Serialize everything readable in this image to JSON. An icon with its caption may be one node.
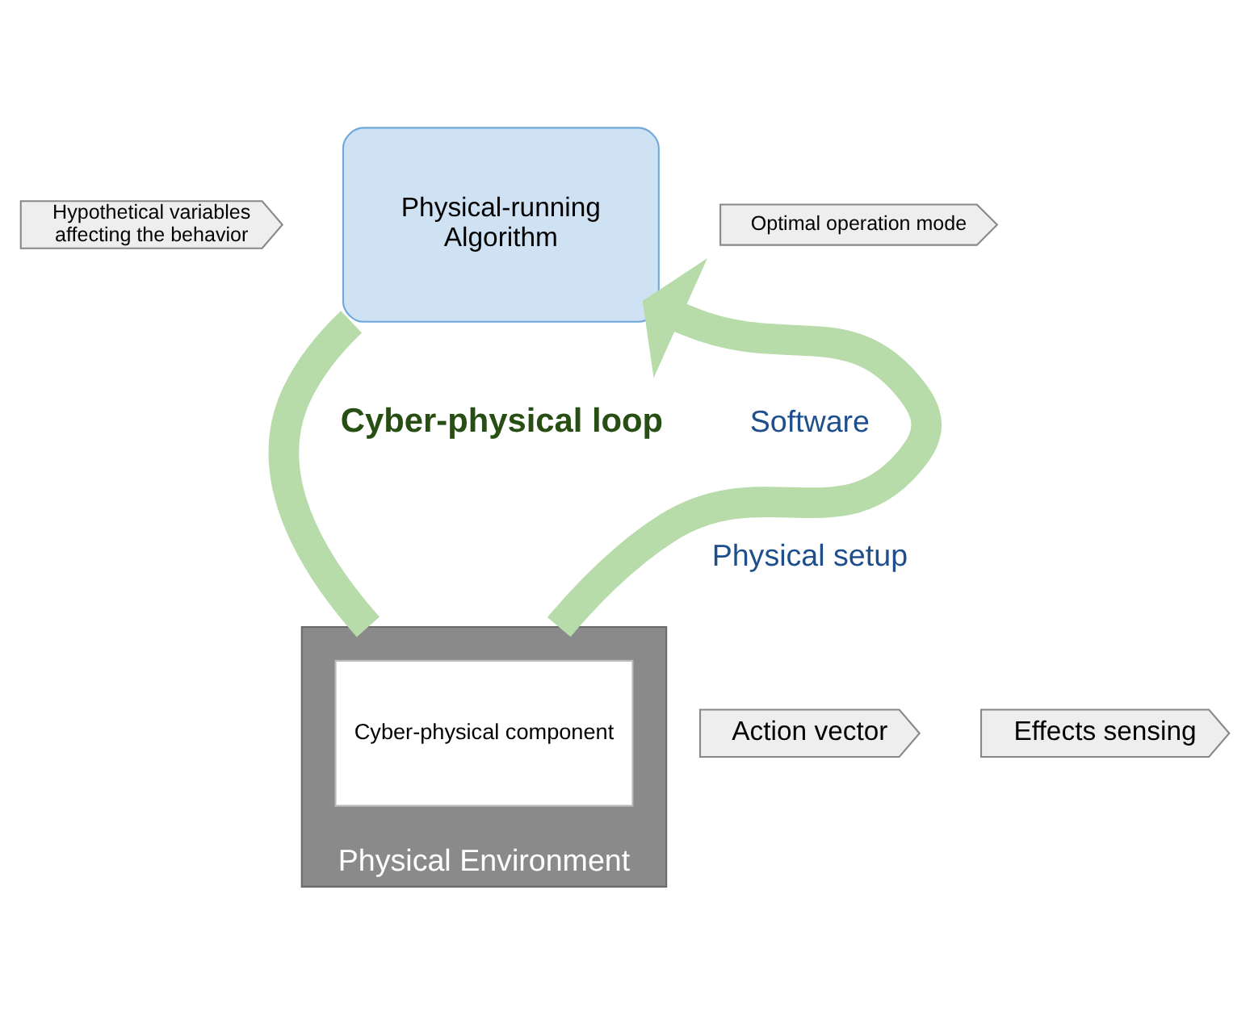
{
  "diagram": {
    "nodes": [
      {
        "text": [
          "Hypothetical variables affecting the behavior"
        ]
      },
      {
        "text": [
          "Physical-running Algorithm"
        ]
      },
      {
        "text": [
          "Optimal operation mode"
        ]
      },
      {
        "text": [
          "Physical Environment"
        ]
      },
      {
        "text": [
          "Cyber-physical component"
        ],
        "in": 3
      },
      {
        "text": [
          "Action vector"
        ]
      },
      {
        "text": [
          "Effects sensing"
        ]
      }
    ],
    "edges": [
      {
        "from": 1,
        "to": 3,
        "arrow": "none",
        "color": "#b7dba9"
      },
      {
        "from": 3,
        "to": 1,
        "arrow": "to",
        "color": "#b7dba9"
      }
    ],
    "labels": [
      "Cyber-physical loop",
      "Software",
      "Physical setup"
    ]
  }
}
